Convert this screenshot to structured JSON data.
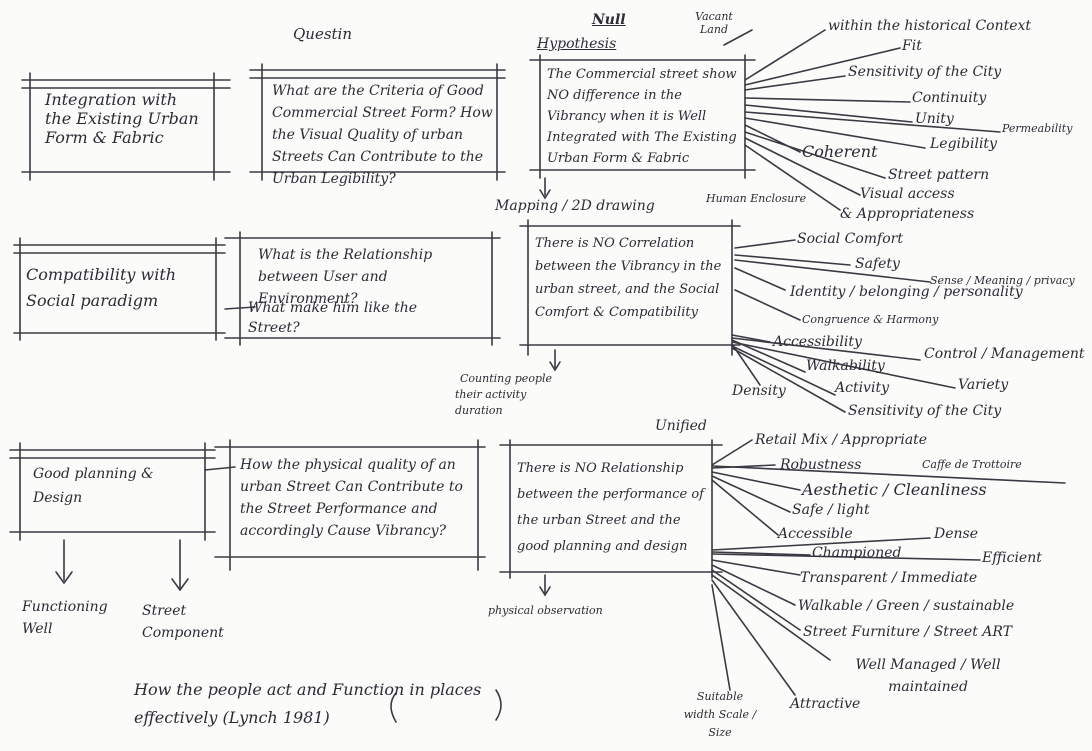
{
  "headers": {
    "question": "Questin",
    "null": "Null",
    "hypothesis": "Hypothesis",
    "vacant_land": "Vacant Land"
  },
  "rows": [
    {
      "concept": "Integration with the Existing Urban Form & Fabric",
      "question": "What are the Criteria of Good Commercial Street Form? How the Visual Quality of urban Streets Can Contribute to the Urban Legibility?",
      "hypothesis": "The Commercial street show NO difference in the Vibrancy when it is Well Integrated with The Existing Urban Form & Fabric",
      "method": "Mapping / 2D drawing",
      "criteria": [
        "within the historical Context",
        "Fit",
        "Sensitivity of the City",
        "Continuity",
        "Unity",
        "Permeability",
        "Legibility",
        "Coherent",
        "Street pattern",
        "Visual access",
        "Human Enclosure",
        "& Appropriateness"
      ]
    },
    {
      "concept": "Compatibility with Social paradigm",
      "question_1": "What is the Relationship between User and Environment?",
      "question_2": "What make him like the Street?",
      "hypothesis": "There is NO Correlation between the Vibrancy in the urban street, and the Social Comfort & Compatibility",
      "method": [
        "Counting people",
        "their activity",
        "duration"
      ],
      "criteria": [
        "Social Comfort",
        "Safety",
        "Sense / Meaning / privacy",
        "Identity / belonging / personality",
        "Congruence & Harmony",
        "Accessibility",
        "Control / Management",
        "Walkability",
        "Variety",
        "Density",
        "Activity",
        "Sensitivity of the City"
      ]
    },
    {
      "concept": "Good planning & Design",
      "question": "How the physical quality of an urban Street Can Contribute to the Street Performance and accordingly Cause Vibrancy?",
      "hypothesis": "There is NO Relationship between the performance of the urban Street and the good planning and design",
      "method": "physical observation",
      "unified": "Unified",
      "outcomes": [
        "Functioning Well",
        "Street Component"
      ],
      "criteria": [
        "Retail Mix / Appropriate",
        "Caffe de Trottoire",
        "Robustness",
        "Aesthetic / Cleanliness",
        "Safe / light",
        "Accessible",
        "Dense",
        "Championed",
        "Efficient",
        "Transparent / Immediate",
        "Walkable / Green / sustainable",
        "Street Furniture / Street ART",
        "Well Managed / Well maintained",
        "Attractive",
        "Suitable width Scale / Size"
      ]
    }
  ],
  "footer": "How the people act and Function in places effectively (Lynch 1981)"
}
